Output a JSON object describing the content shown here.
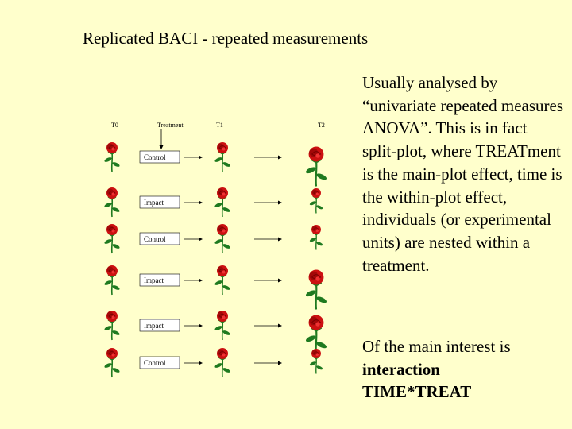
{
  "slide": {
    "title": "Replicated BACI - repeated measurements"
  },
  "diagram": {
    "headers": {
      "t0": "T0",
      "treatment": "Treatment",
      "t1": "T1",
      "t2": "T2"
    },
    "rows": [
      {
        "label": "Control"
      },
      {
        "label": "Impact"
      },
      {
        "label": "Control"
      },
      {
        "label": "Impact"
      },
      {
        "label": "Impact"
      },
      {
        "label": "Control"
      }
    ]
  },
  "body": {
    "para1": "Usually analysed by “univariate repeated measures ANOVA”. This is in fact split-plot, where TREATment is the main-plot effect, time is the within-plot effect, individuals (or experimental units) are nested within a treatment.",
    "para2_text": "Of the main interest is",
    "para2_bold_line1": "interaction",
    "para2_bold_line2": "TIME*TREAT"
  },
  "colors": {
    "background": "#ffffcc",
    "rose": "#cc1111",
    "rose_dark": "#7a0000",
    "leaf": "#1f7a1f"
  }
}
